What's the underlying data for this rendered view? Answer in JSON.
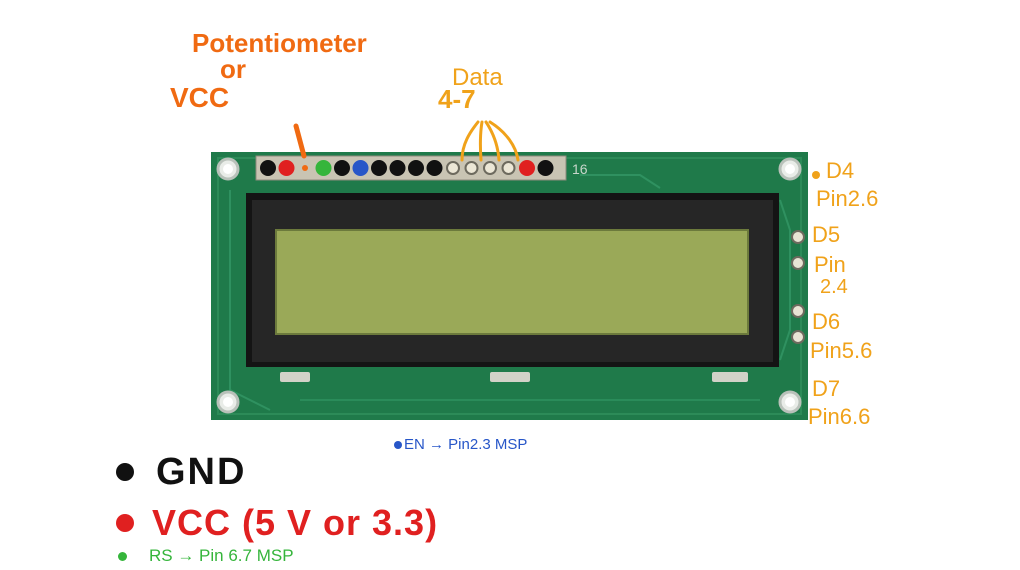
{
  "colors": {
    "gnd": "#111111",
    "vcc": "#e02020",
    "rs": "#35b53b",
    "en": "#2756c8",
    "potentiometer": "#f06a12",
    "data": "#f0a21a",
    "pcb": "#1f7a4a",
    "lcd_screen": "#9aa958",
    "lcd_bezel": "#141414"
  },
  "annotations": {
    "potentiometer": "Potentiometer",
    "or": "or",
    "vcc_top": "VCC",
    "data": "Data",
    "data_range": "4-7",
    "pin_count": "16",
    "d4": "D4",
    "d4_pin": "Pin2.6",
    "d5": "D5",
    "d5_pin_a": "Pin",
    "d5_pin_b": "2.4",
    "d6": "D6",
    "d6_pin": "Pin5.6",
    "d7": "D7",
    "d7_pin": "Pin6.6",
    "en": "EN → Pin2.3 MSP"
  },
  "legend": {
    "gnd": "GND",
    "vcc": "VCC (5 V or 3.3)",
    "rs": "RS → Pin 6.7 MSP"
  }
}
